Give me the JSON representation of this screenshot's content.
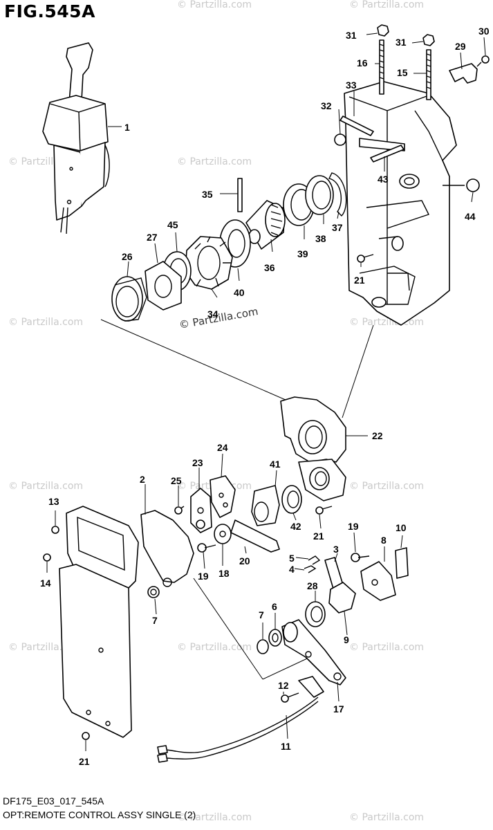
{
  "figure": {
    "title": "FIG.545A",
    "code": "DF175_E03_017_545A",
    "subtitle": "OPT:REMOTE CONTROL ASSY SINGLE (2)"
  },
  "watermark": {
    "text": "© Partzilla.com",
    "color": "#c9c9c9"
  },
  "callouts": [
    "1",
    "2",
    "3",
    "4",
    "5",
    "6",
    "7",
    "8",
    "9",
    "10",
    "11",
    "12",
    "13",
    "14",
    "15",
    "16",
    "17",
    "18",
    "19",
    "20",
    "21",
    "22",
    "23",
    "24",
    "25",
    "26",
    "27",
    "28",
    "29",
    "30",
    "31",
    "32",
    "33",
    "34",
    "35",
    "36",
    "37",
    "38",
    "39",
    "40",
    "41",
    "42",
    "43",
    "44",
    "45"
  ],
  "parts": [
    {
      "ref": "1",
      "shape": "remote-control-lever-box"
    },
    {
      "ref": "2",
      "shape": "cam-plate"
    },
    {
      "ref": "3",
      "shape": "shift-shaft"
    },
    {
      "ref": "4",
      "shape": "e-ring"
    },
    {
      "ref": "5",
      "shape": "clip"
    },
    {
      "ref": "6",
      "shape": "washer"
    },
    {
      "ref": "7",
      "shape": "collar"
    },
    {
      "ref": "8",
      "shape": "bracket"
    },
    {
      "ref": "9",
      "shape": "arm"
    },
    {
      "ref": "10",
      "shape": "plate"
    },
    {
      "ref": "11",
      "shape": "lead-wire"
    },
    {
      "ref": "12",
      "shape": "screw"
    },
    {
      "ref": "13",
      "shape": "screw"
    },
    {
      "ref": "14",
      "shape": "screw"
    },
    {
      "ref": "15",
      "shape": "bolt"
    },
    {
      "ref": "16",
      "shape": "bolt"
    },
    {
      "ref": "17",
      "shape": "lever"
    },
    {
      "ref": "18",
      "shape": "washer"
    },
    {
      "ref": "19",
      "shape": "screw"
    },
    {
      "ref": "20",
      "shape": "link"
    },
    {
      "ref": "21",
      "shape": "screw"
    },
    {
      "ref": "22",
      "shape": "housing"
    },
    {
      "ref": "23",
      "shape": "plate"
    },
    {
      "ref": "24",
      "shape": "plate"
    },
    {
      "ref": "25",
      "shape": "screw"
    },
    {
      "ref": "26",
      "shape": "bush"
    },
    {
      "ref": "27",
      "shape": "plate"
    },
    {
      "ref": "28",
      "shape": "bush"
    },
    {
      "ref": "29",
      "shape": "clamp"
    },
    {
      "ref": "30",
      "shape": "screw"
    },
    {
      "ref": "31",
      "shape": "nut"
    },
    {
      "ref": "32",
      "shape": "cap"
    },
    {
      "ref": "33",
      "shape": "pin"
    },
    {
      "ref": "34",
      "shape": "gear"
    },
    {
      "ref": "35",
      "shape": "pin"
    },
    {
      "ref": "36",
      "shape": "gear"
    },
    {
      "ref": "37",
      "shape": "circlip"
    },
    {
      "ref": "38",
      "shape": "washer"
    },
    {
      "ref": "39",
      "shape": "bush"
    },
    {
      "ref": "40",
      "shape": "washer"
    },
    {
      "ref": "41",
      "shape": "switch"
    },
    {
      "ref": "42",
      "shape": "bush"
    },
    {
      "ref": "43",
      "shape": "pin"
    },
    {
      "ref": "44",
      "shape": "cap"
    },
    {
      "ref": "45",
      "shape": "washer"
    }
  ]
}
